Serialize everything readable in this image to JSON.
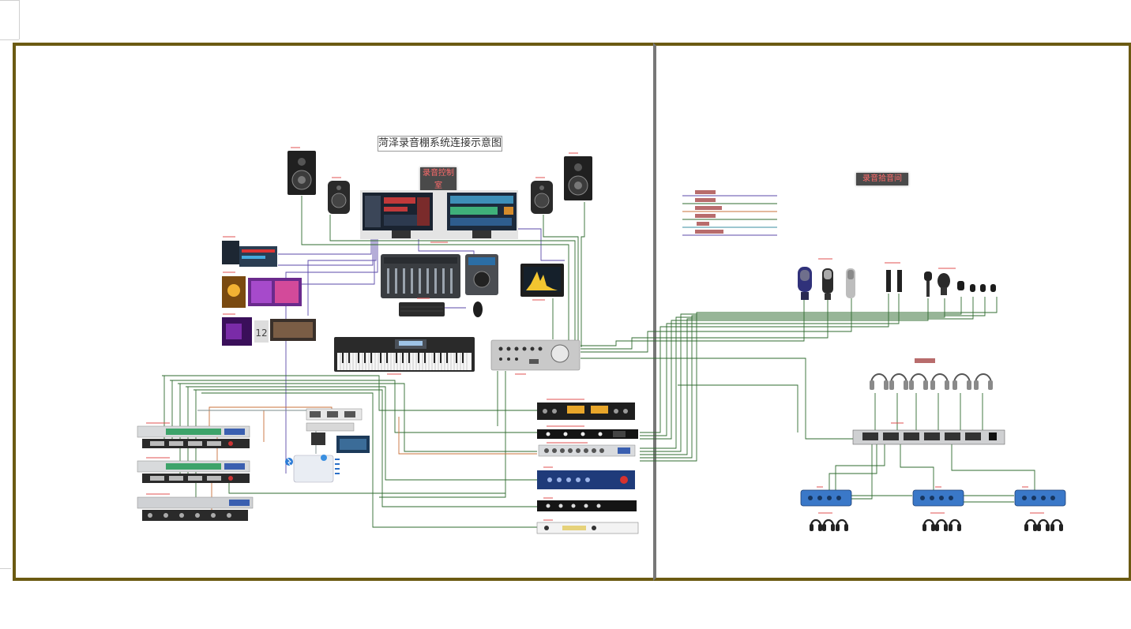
{
  "diagram": {
    "title": "菏泽录音棚系统连接示意图",
    "left_room": {
      "label": "录音控制室"
    },
    "right_room": {
      "label": "录音拾音间"
    }
  },
  "colors": {
    "frame": "#6b5a12",
    "divider": "#777777",
    "wire_green": "#2f6b2f",
    "wire_purple": "#5b4aa8",
    "wire_orange": "#c8703a",
    "wire_gray": "#7b8b8b",
    "room_label_bg": "#4a4a4a",
    "room_label_text": "#ff6b6b"
  },
  "icons": {
    "speaker": "studio-monitor-icon",
    "display": "computer-monitor-icon",
    "console": "control-surface-icon",
    "keyboard": "midi-keyboard-icon",
    "rack": "rack-unit-icon",
    "microphone": "microphone-icon",
    "headphones": "headphones-icon"
  }
}
